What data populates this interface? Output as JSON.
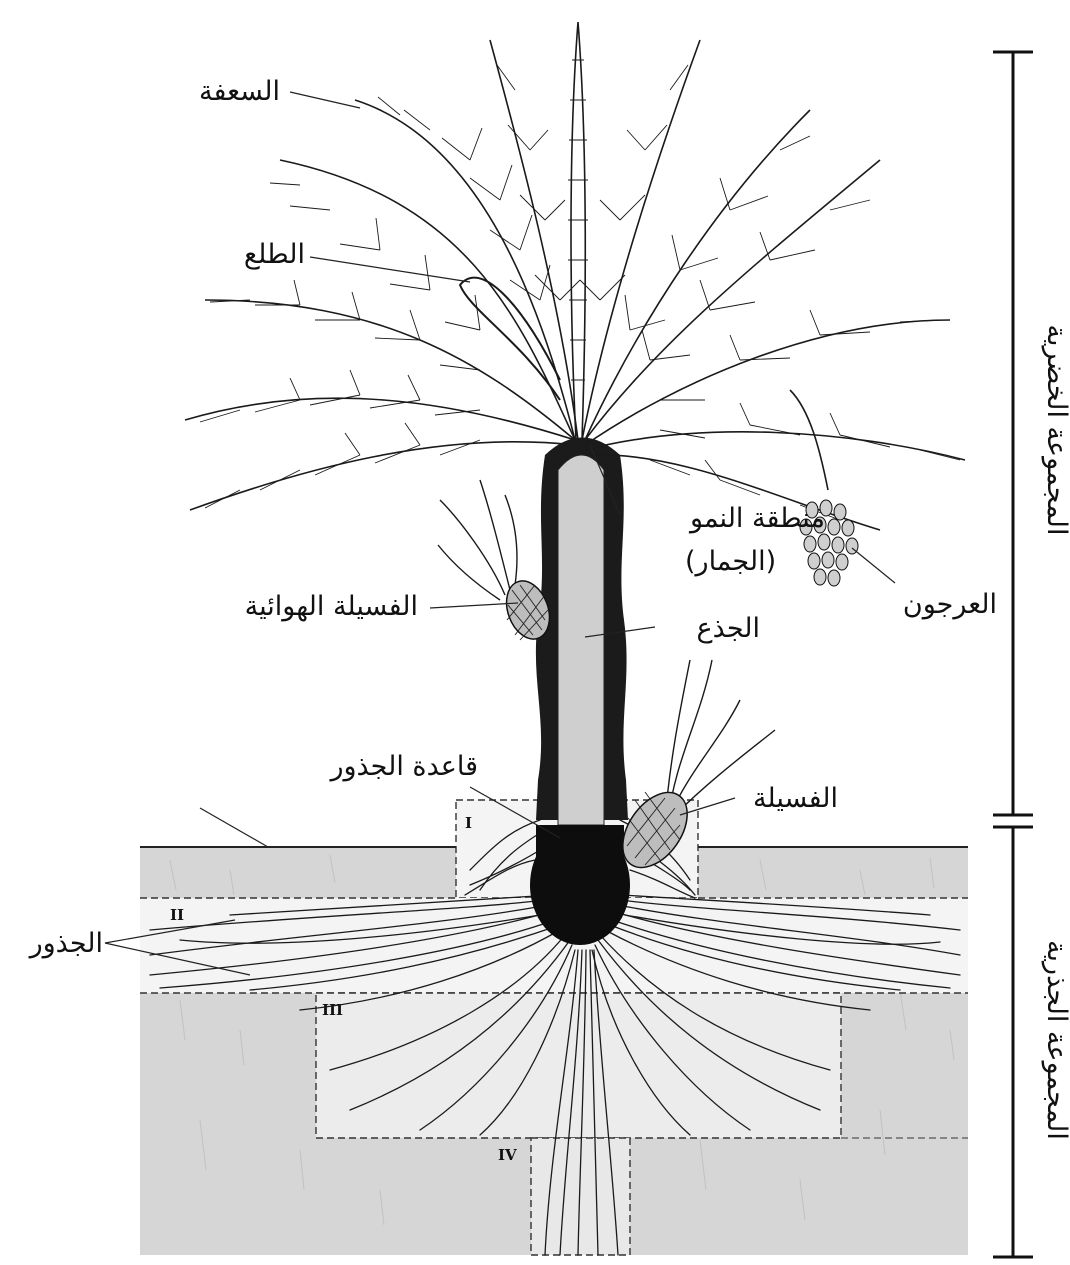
{
  "labels": {
    "frond": "السعفة",
    "spathe": "الطلع",
    "growth_zone_line1": "منطقة النمو",
    "growth_zone_line2": "(الجمار)",
    "bunch": "العرجون",
    "aerial_offshoot": "الفسيلة الهوائية",
    "trunk": "الجذع",
    "root_base": "قاعدة الجذور",
    "offshoot": "الفسيلة",
    "roots": "الجذور"
  },
  "groups": {
    "vegetative": "المجموعة الخضرية",
    "root": "المجموعة الجذرية"
  },
  "root_zones": [
    "I",
    "II",
    "III",
    "IV"
  ],
  "colors": {
    "ink": "#111111",
    "soil": "#d4d4d4",
    "zone_light": "#f6f6f6",
    "trunk_inner": "#cfcfcf",
    "root_base": "#0d0d0d"
  }
}
